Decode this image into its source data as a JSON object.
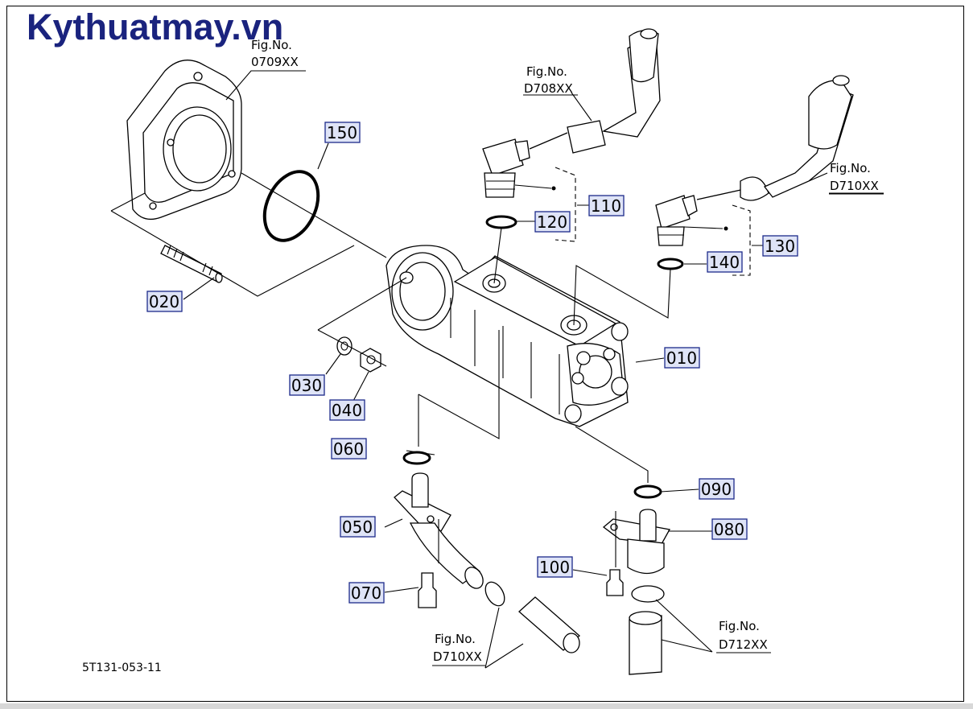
{
  "brand": {
    "text": "Kythuatmay.vn",
    "color": "#1a237e"
  },
  "drawing_code": "5T131-053-11",
  "parts": [
    {
      "no": "010"
    },
    {
      "no": "020"
    },
    {
      "no": "030"
    },
    {
      "no": "040"
    },
    {
      "no": "050"
    },
    {
      "no": "060"
    },
    {
      "no": "070"
    },
    {
      "no": "080"
    },
    {
      "no": "090"
    },
    {
      "no": "100"
    },
    {
      "no": "110"
    },
    {
      "no": "120"
    },
    {
      "no": "130"
    },
    {
      "no": "140"
    },
    {
      "no": "150"
    }
  ],
  "fig_refs": [
    {
      "line1": "Fig.No.",
      "line2": "0709XX"
    },
    {
      "line1": "Fig.No.",
      "line2": "D708XX"
    },
    {
      "line1": "Fig.No.",
      "line2": "D710XX"
    },
    {
      "line1": "Fig.No.",
      "line2": "D710XX"
    },
    {
      "line1": "Fig.No.",
      "line2": "D712XX"
    }
  ]
}
